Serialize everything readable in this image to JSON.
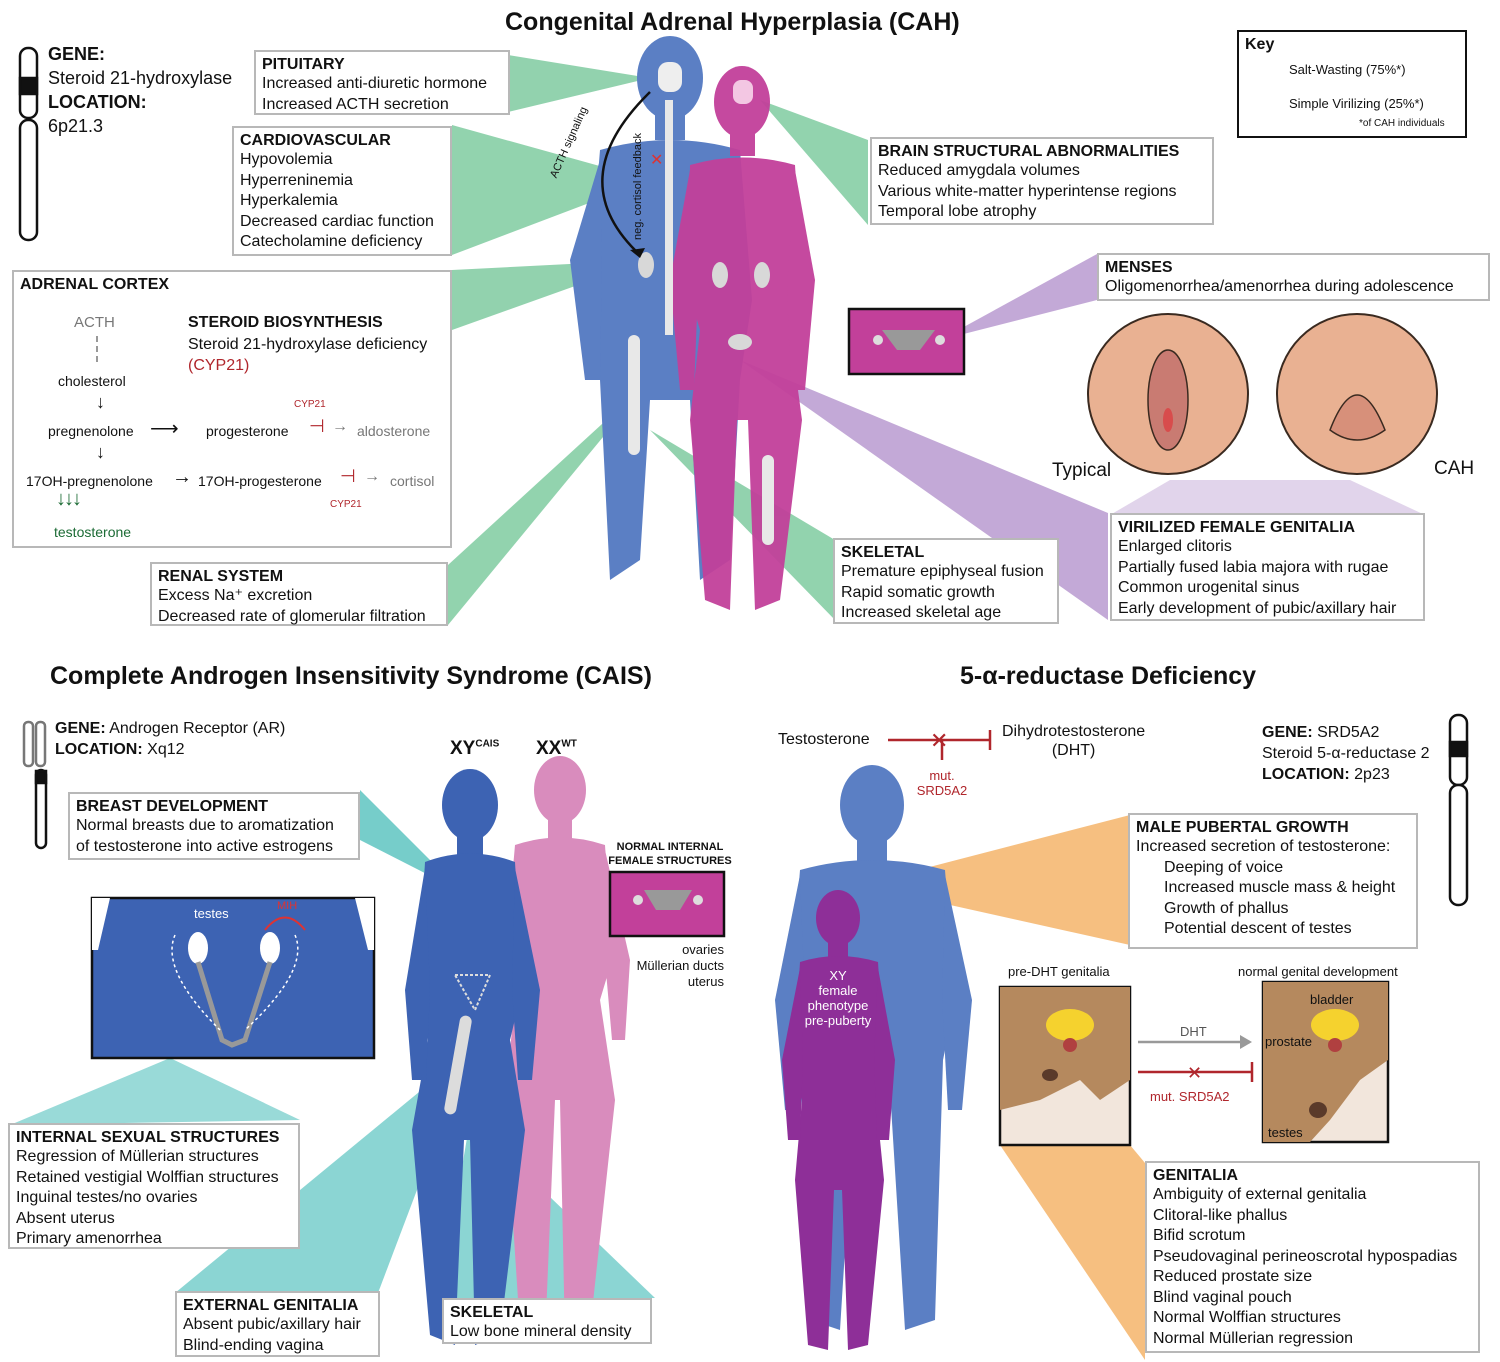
{
  "cah": {
    "title": "Congenital Adrenal Hyperplasia (CAH)",
    "gene_label": "GENE:",
    "gene_value": "Steroid 21-hydroxylase",
    "location_label": "LOCATION:",
    "location_value": "6p21.3",
    "key": {
      "title": "Key",
      "salt_wasting": "Salt-Wasting (75%*)",
      "simple_virilizing": "Simple Virilizing (25%*)",
      "footnote": "*of CAH individuals"
    },
    "pituitary": {
      "heading": "PITUITARY",
      "lines": [
        "Increased anti-diuretic hormone",
        "Increased ACTH secretion"
      ]
    },
    "cardiovascular": {
      "heading": "CARDIOVASCULAR",
      "lines": [
        "Hypovolemia",
        "Hyperreninemia",
        "Hyperkalemia",
        "Decreased cardiac function",
        "Catecholamine deficiency"
      ]
    },
    "brain": {
      "heading": "BRAIN STRUCTURAL ABNORMALITIES",
      "lines": [
        "Reduced amygdala volumes",
        "Various white-matter hyperintense regions",
        "Temporal lobe atrophy"
      ]
    },
    "menses": {
      "heading": "MENSES",
      "lines": [
        "Oligomenorrhea/amenorrhea during adolescence"
      ]
    },
    "adrenal": {
      "heading": "ADRENAL CORTEX",
      "acth": "ACTH",
      "steroid_heading": "STEROID BIOSYNTHESIS",
      "steroid_line": "Steroid 21-hydroxylase deficiency",
      "cyp21_paren": "(CYP21)",
      "cholesterol": "cholesterol",
      "pregnenolone": "pregnenolone",
      "progesterone": "progesterone",
      "aldosterone": "aldosterone",
      "oh_pregnenolone": "17OH-pregnenolone",
      "oh_progesterone": "17OH-progesterone",
      "cortisol": "cortisol",
      "testosterone": "testosterone",
      "cyp21": "CYP21"
    },
    "renal": {
      "heading": "RENAL SYSTEM",
      "lines": [
        "Excess Na⁺ excretion",
        "Decreased rate of glomerular filtration"
      ]
    },
    "skeletal": {
      "heading": "SKELETAL",
      "lines": [
        "Premature epiphyseal fusion",
        "Rapid somatic growth",
        "Increased skeletal age"
      ]
    },
    "virilized": {
      "heading": "VIRILIZED FEMALE GENITALIA",
      "lines": [
        "Enlarged clitoris",
        "Partially fused labia majora with rugae",
        "Common urogenital sinus",
        "Early development of pubic/axillary hair"
      ]
    },
    "acth_signaling": "ACTH signaling",
    "neg_feedback": "neg. cortisol feedback",
    "typical_label": "Typical",
    "cah_label": "CAH",
    "colors": {
      "salt_wasting": "#7fcba0",
      "simple_virilizing": "#b99ad0",
      "male": "#5b7fc4",
      "female": "#c2409a"
    }
  },
  "cais": {
    "title": "Complete Androgen Insensitivity Syndrome (CAIS)",
    "gene_label": "GENE:",
    "gene_value": "Androgen Receptor (AR)",
    "location_label": "LOCATION:",
    "location_value": "Xq12",
    "xy": "XY",
    "xy_sup": "CAIS",
    "xx": "XX",
    "xx_sup": "WT",
    "breast": {
      "heading": "BREAST DEVELOPMENT",
      "lines": [
        "Normal breasts due to aromatization",
        "of testosterone into active estrogens"
      ]
    },
    "normal_internal": [
      "NORMAL INTERNAL",
      "FEMALE STRUCTURES"
    ],
    "internal_labels": [
      "ovaries",
      "Müllerian ducts",
      "uterus"
    ],
    "testes_label": "testes",
    "mih_label": "MIH",
    "internal": {
      "heading": "INTERNAL SEXUAL STRUCTURES",
      "lines": [
        "Regression of Müllerian structures",
        "Retained vestigial Wolffian structures",
        "Inguinal testes/no ovaries",
        "Absent uterus",
        "Primary amenorrhea"
      ]
    },
    "external": {
      "heading": "EXTERNAL GENITALIA",
      "lines": [
        "Absent pubic/axillary hair",
        "Blind-ending vagina"
      ]
    },
    "skeletal": {
      "heading": "SKELETAL",
      "lines": [
        "Low bone mineral density"
      ]
    },
    "colors": {
      "accent": "#5ec4c1",
      "xy_body": "#3d63b3",
      "xx_body": "#d98cbd"
    }
  },
  "srd": {
    "title": "5-α-reductase Deficiency",
    "testosterone": "Testosterone",
    "dht": "Dihydrotestosterone",
    "dht_abbr": "(DHT)",
    "mut": "mut.",
    "mut_gene": "SRD5A2",
    "gene_label": "GENE:",
    "gene_value": "SRD5A2",
    "enzyme": "Steroid 5-α-reductase 2",
    "location_label": "LOCATION:",
    "location_value": "2p23",
    "xy_female": [
      "XY",
      "female",
      "phenotype",
      "pre-puberty"
    ],
    "male_pubertal": {
      "heading": "MALE PUBERTAL GROWTH",
      "lines": [
        "Increased secretion of testosterone:"
      ],
      "sub": [
        "Deeping of voice",
        "Increased muscle mass & height",
        "Growth of phallus",
        "Potential descent of testes"
      ]
    },
    "pre_dht": "pre-DHT genitalia",
    "normal_dev": "normal genital development",
    "bladder": "bladder",
    "prostate": "prostate",
    "testes": "testes",
    "dht_arrow": "DHT",
    "mut_arrow": "mut. SRD5A2",
    "genitalia": {
      "heading": "GENITALIA",
      "lines": [
        "Ambiguity of external genitalia",
        "Clitoral-like phallus",
        "Bifid scrotum",
        "Pseudovaginal perineoscrotal hypospadias",
        "Reduced prostate size",
        "Blind vaginal pouch",
        "Normal Wolffian structures",
        "Normal Müllerian regression"
      ]
    },
    "colors": {
      "accent": "#f5b872",
      "male_body": "#5b7fc4",
      "female_body": "#8e2f98"
    }
  }
}
